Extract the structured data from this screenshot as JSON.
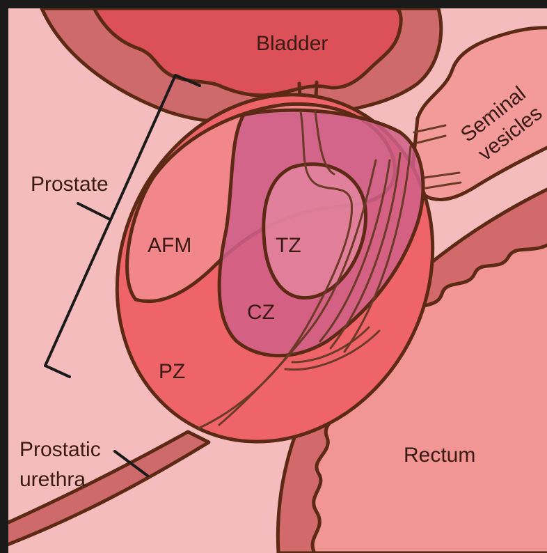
{
  "labels": {
    "bladder": "Bladder",
    "seminal_line1": "Seminal",
    "seminal_line2": "vesicles",
    "prostate": "Prostate",
    "afm": "AFM",
    "tz": "TZ",
    "cz": "CZ",
    "pz": "PZ",
    "urethra_line1": "Prostatic",
    "urethra_line2": "urethra",
    "rectum": "Rectum"
  },
  "colors": {
    "background": "#f5bcbd",
    "bladder": "#dc5157",
    "bladder_wall": "#cf6a6c",
    "prostate_pz": "#ef6469",
    "afm": "#f0898c",
    "cz": "#cf5f8a",
    "tz": "#e58aa3",
    "rectum": "#f29595",
    "rectum_wall": "#d2696b",
    "seminal_vesicles": "#f39a9b",
    "outline": "#5c2a14",
    "frame": "#1a1a1a"
  }
}
